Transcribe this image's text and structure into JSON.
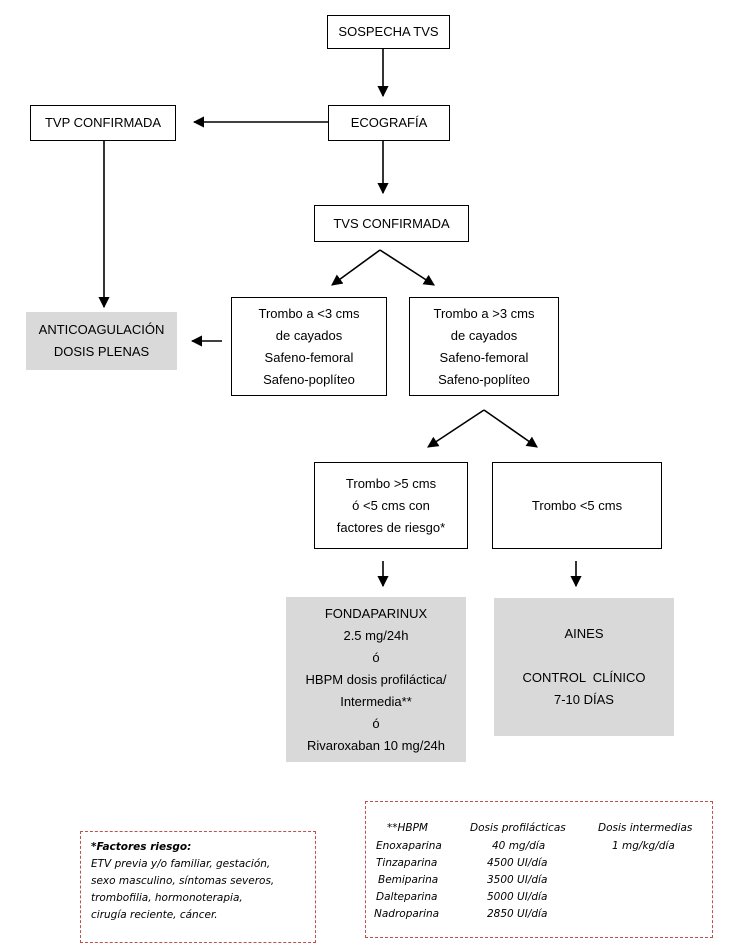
{
  "boxes": {
    "sospecha": "SOSPECHA TVS",
    "ecografia": "ECOGRAFÍA",
    "tvp": "TVP CONFIRMADA",
    "tvs": "TVS CONFIRMADA",
    "anticoag": [
      "ANTICOAGULACIÓN",
      "DOSIS PLENAS"
    ],
    "menor3": [
      "Trombo a <3 cms",
      "de cayados",
      "Safeno-femoral",
      "Safeno-poplíteo"
    ],
    "mayor3": [
      "Trombo a >3 cms",
      "de cayados",
      "Safeno-femoral",
      "Safeno-poplíteo"
    ],
    "mayor5": [
      "Trombo >5 cms",
      "ó <5 cms con",
      "factores de riesgo*"
    ],
    "menor5": "Trombo <5 cms",
    "fonda": [
      "FONDAPARINUX",
      "2.5 mg/24h",
      "ó",
      "HBPM dosis profiláctica/",
      "Intermedia**",
      "ó",
      "Rivaroxaban 10 mg/24h"
    ],
    "aines": [
      "AINES",
      "",
      "CONTROL  CLÍNICO",
      "7-10 DÍAS"
    ]
  },
  "factores": {
    "title": "*Factores riesgo:",
    "lines": [
      "ETV previa y/o familiar, gestación,",
      "sexo masculino, síntomas severos,",
      "trombofilia, hormonoterapia,",
      "cirugía reciente, cáncer."
    ]
  },
  "hbpm": {
    "headers": [
      "**HBPM",
      "Dosis profilácticas",
      "Dosis intermedias"
    ],
    "rows": [
      [
        "Enoxaparina",
        "40 mg/día",
        "1 mg/kg/día"
      ],
      [
        "Tinzaparina",
        "4500 UI/día",
        ""
      ],
      [
        "Bemiparina",
        "3500 UI/día",
        ""
      ],
      [
        "Dalteparina",
        "5000 UI/día",
        ""
      ],
      [
        "Nadroparina",
        "2850 UI/día",
        ""
      ]
    ]
  }
}
